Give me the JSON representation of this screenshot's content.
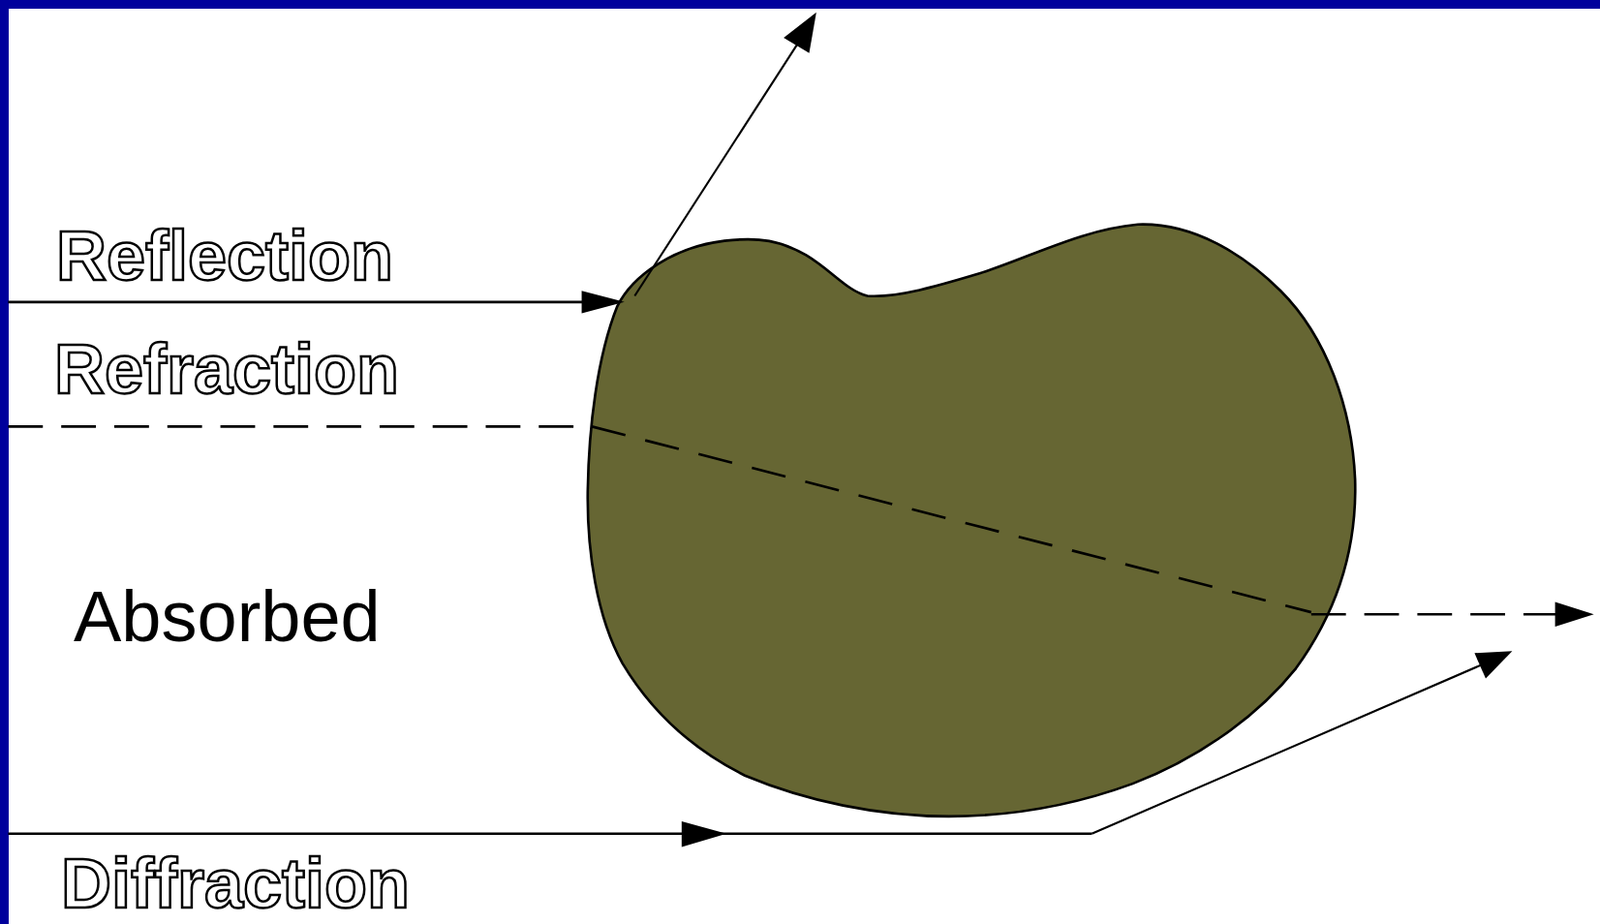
{
  "diagram": {
    "labels": [
      "Reflection",
      "Refraction",
      "Absorbed",
      "Diffraction"
    ]
  }
}
